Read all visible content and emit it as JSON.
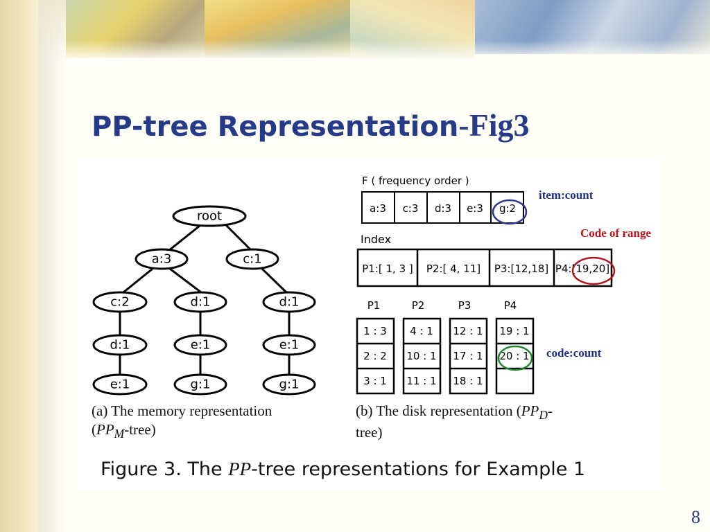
{
  "slide": {
    "title_main": "PP-tree Representation",
    "title_suffix": "-Fig3",
    "page_number": "8"
  },
  "annotations": {
    "item_count": "item:count",
    "code_of_range": "Code of range",
    "code_count": "code:count"
  },
  "figure": {
    "tree_nodes": [
      {
        "id": "root",
        "label": "root"
      },
      {
        "id": "a",
        "label": "a:3"
      },
      {
        "id": "c",
        "label": "c:1"
      },
      {
        "id": "c2",
        "label": "c:2"
      },
      {
        "id": "d1a",
        "label": "d:1"
      },
      {
        "id": "d1b",
        "label": "d:1"
      },
      {
        "id": "d1c",
        "label": "d:1"
      },
      {
        "id": "e1a",
        "label": "e:1"
      },
      {
        "id": "e1b",
        "label": "e:1"
      },
      {
        "id": "e1c",
        "label": "e:1"
      },
      {
        "id": "g1a",
        "label": "g:1"
      },
      {
        "id": "g1b",
        "label": "g:1"
      }
    ],
    "f_list_title": "F ( frequency order )",
    "f_list": [
      "a:3",
      "c:3",
      "d:3",
      "e:3",
      "g:2"
    ],
    "index_title": "Index",
    "index": [
      "P1:[ 1, 3 ]",
      "P2:[ 4, 11]",
      "P3:[12,18]",
      "P4:[19,20]"
    ],
    "pages": [
      {
        "name": "P1",
        "cells": [
          "1 : 3",
          "2 : 2",
          "3 : 1"
        ]
      },
      {
        "name": "P2",
        "cells": [
          "4  : 1",
          "10 : 1",
          "11 : 1"
        ]
      },
      {
        "name": "P3",
        "cells": [
          "12 : 1",
          "17 : 1",
          "18 : 1"
        ]
      },
      {
        "name": "P4",
        "cells": [
          "19 : 1",
          "20 : 1",
          ""
        ]
      }
    ],
    "caption_a_line1": "(a) The memory representation",
    "caption_a_line2": "(",
    "caption_a_math": "PP",
    "caption_a_sub": "M",
    "caption_a_end": "-tree)",
    "caption_b_line1": "(b) The disk representation (",
    "caption_b_math": "PP",
    "caption_b_sub": "D",
    "caption_b_end": "-",
    "caption_b_line2": "tree)",
    "figure_caption_pre": "Figure 3. The ",
    "figure_caption_math": "PP",
    "figure_caption_post": "-tree representations for Example 1"
  }
}
